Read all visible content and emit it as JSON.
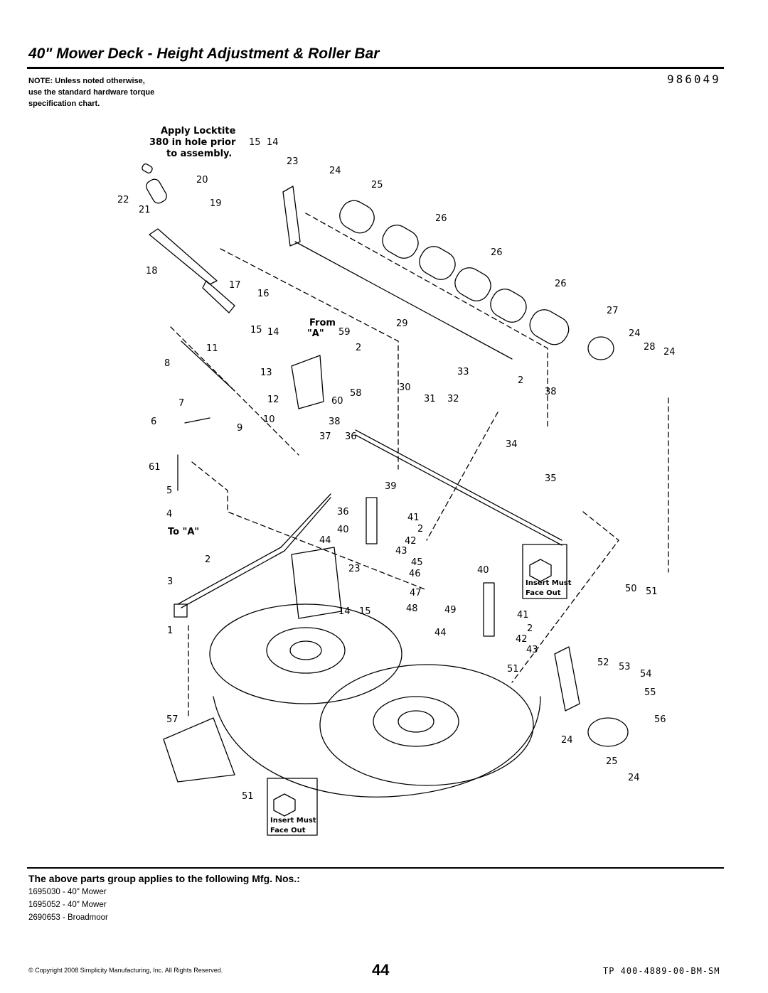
{
  "page": {
    "title": "40\" Mower Deck - Height Adjustment & Roller Bar",
    "note": [
      "NOTE: Unless noted otherwise,",
      "use the standard hardware torque",
      "specification chart."
    ],
    "diagram_number": "986049"
  },
  "diagram": {
    "locktite_note": [
      "Apply Locktite",
      "380 in hole prior",
      "to assembly."
    ],
    "from_a": [
      "From",
      "\"A\""
    ],
    "to_a": "To \"A\"",
    "insert_note": [
      "Insert Must",
      "Face Out"
    ],
    "callouts": [
      "15",
      "14",
      "23",
      "24",
      "25",
      "26",
      "26",
      "26",
      "27",
      "24",
      "28",
      "24",
      "22",
      "20",
      "21",
      "19",
      "18",
      "17",
      "16",
      "15",
      "14",
      "59",
      "2",
      "29",
      "11",
      "8",
      "13",
      "12",
      "60",
      "58",
      "30",
      "31",
      "32",
      "33",
      "2",
      "38",
      "7",
      "6",
      "9",
      "10",
      "38",
      "37",
      "36",
      "34",
      "61",
      "5",
      "39",
      "4",
      "36",
      "41",
      "40",
      "2",
      "44",
      "42",
      "43",
      "35",
      "2",
      "3",
      "23",
      "45",
      "46",
      "47",
      "40",
      "48",
      "49",
      "14",
      "15",
      "50",
      "51",
      "41",
      "2",
      "1",
      "44",
      "42",
      "43",
      "51",
      "52",
      "53",
      "54",
      "55",
      "57",
      "56",
      "24",
      "25",
      "24",
      "51"
    ]
  },
  "mfg": {
    "title": "The above parts group applies to the following Mfg. Nos.:",
    "items": [
      "1695030 - 40\" Mower",
      "1695052 - 40\" Mower",
      "2690653 - Broadmoor"
    ]
  },
  "footer": {
    "copyright": "© Copyright 2008 Simplicity Manufacturing, Inc. All Rights Reserved.",
    "page_number": "44",
    "doc_code": "TP 400-4889-00-BM-SM"
  }
}
